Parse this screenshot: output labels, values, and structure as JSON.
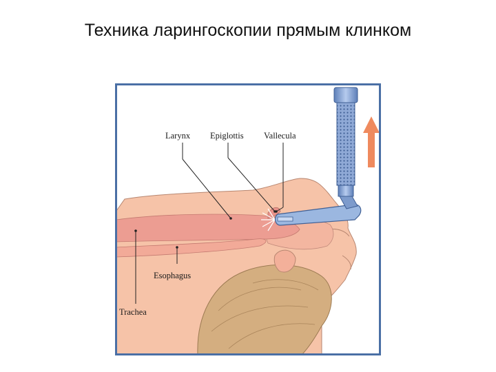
{
  "slide": {
    "title": "Техника ларингоскопии прямым клинком"
  },
  "figure": {
    "labels": {
      "larynx": "Larynx",
      "epiglottis": "Epiglottis",
      "vallecula": "Vallecula",
      "esophagus": "Esophagus",
      "trachea": "Trachea"
    },
    "colors": {
      "frame": "#4a6fa5",
      "skin": "#f6c3a8",
      "airway": "#ec9d92",
      "hair": "#d4ae80",
      "blade": "#9bb7e0",
      "arrow": "#ef8a5e"
    }
  }
}
